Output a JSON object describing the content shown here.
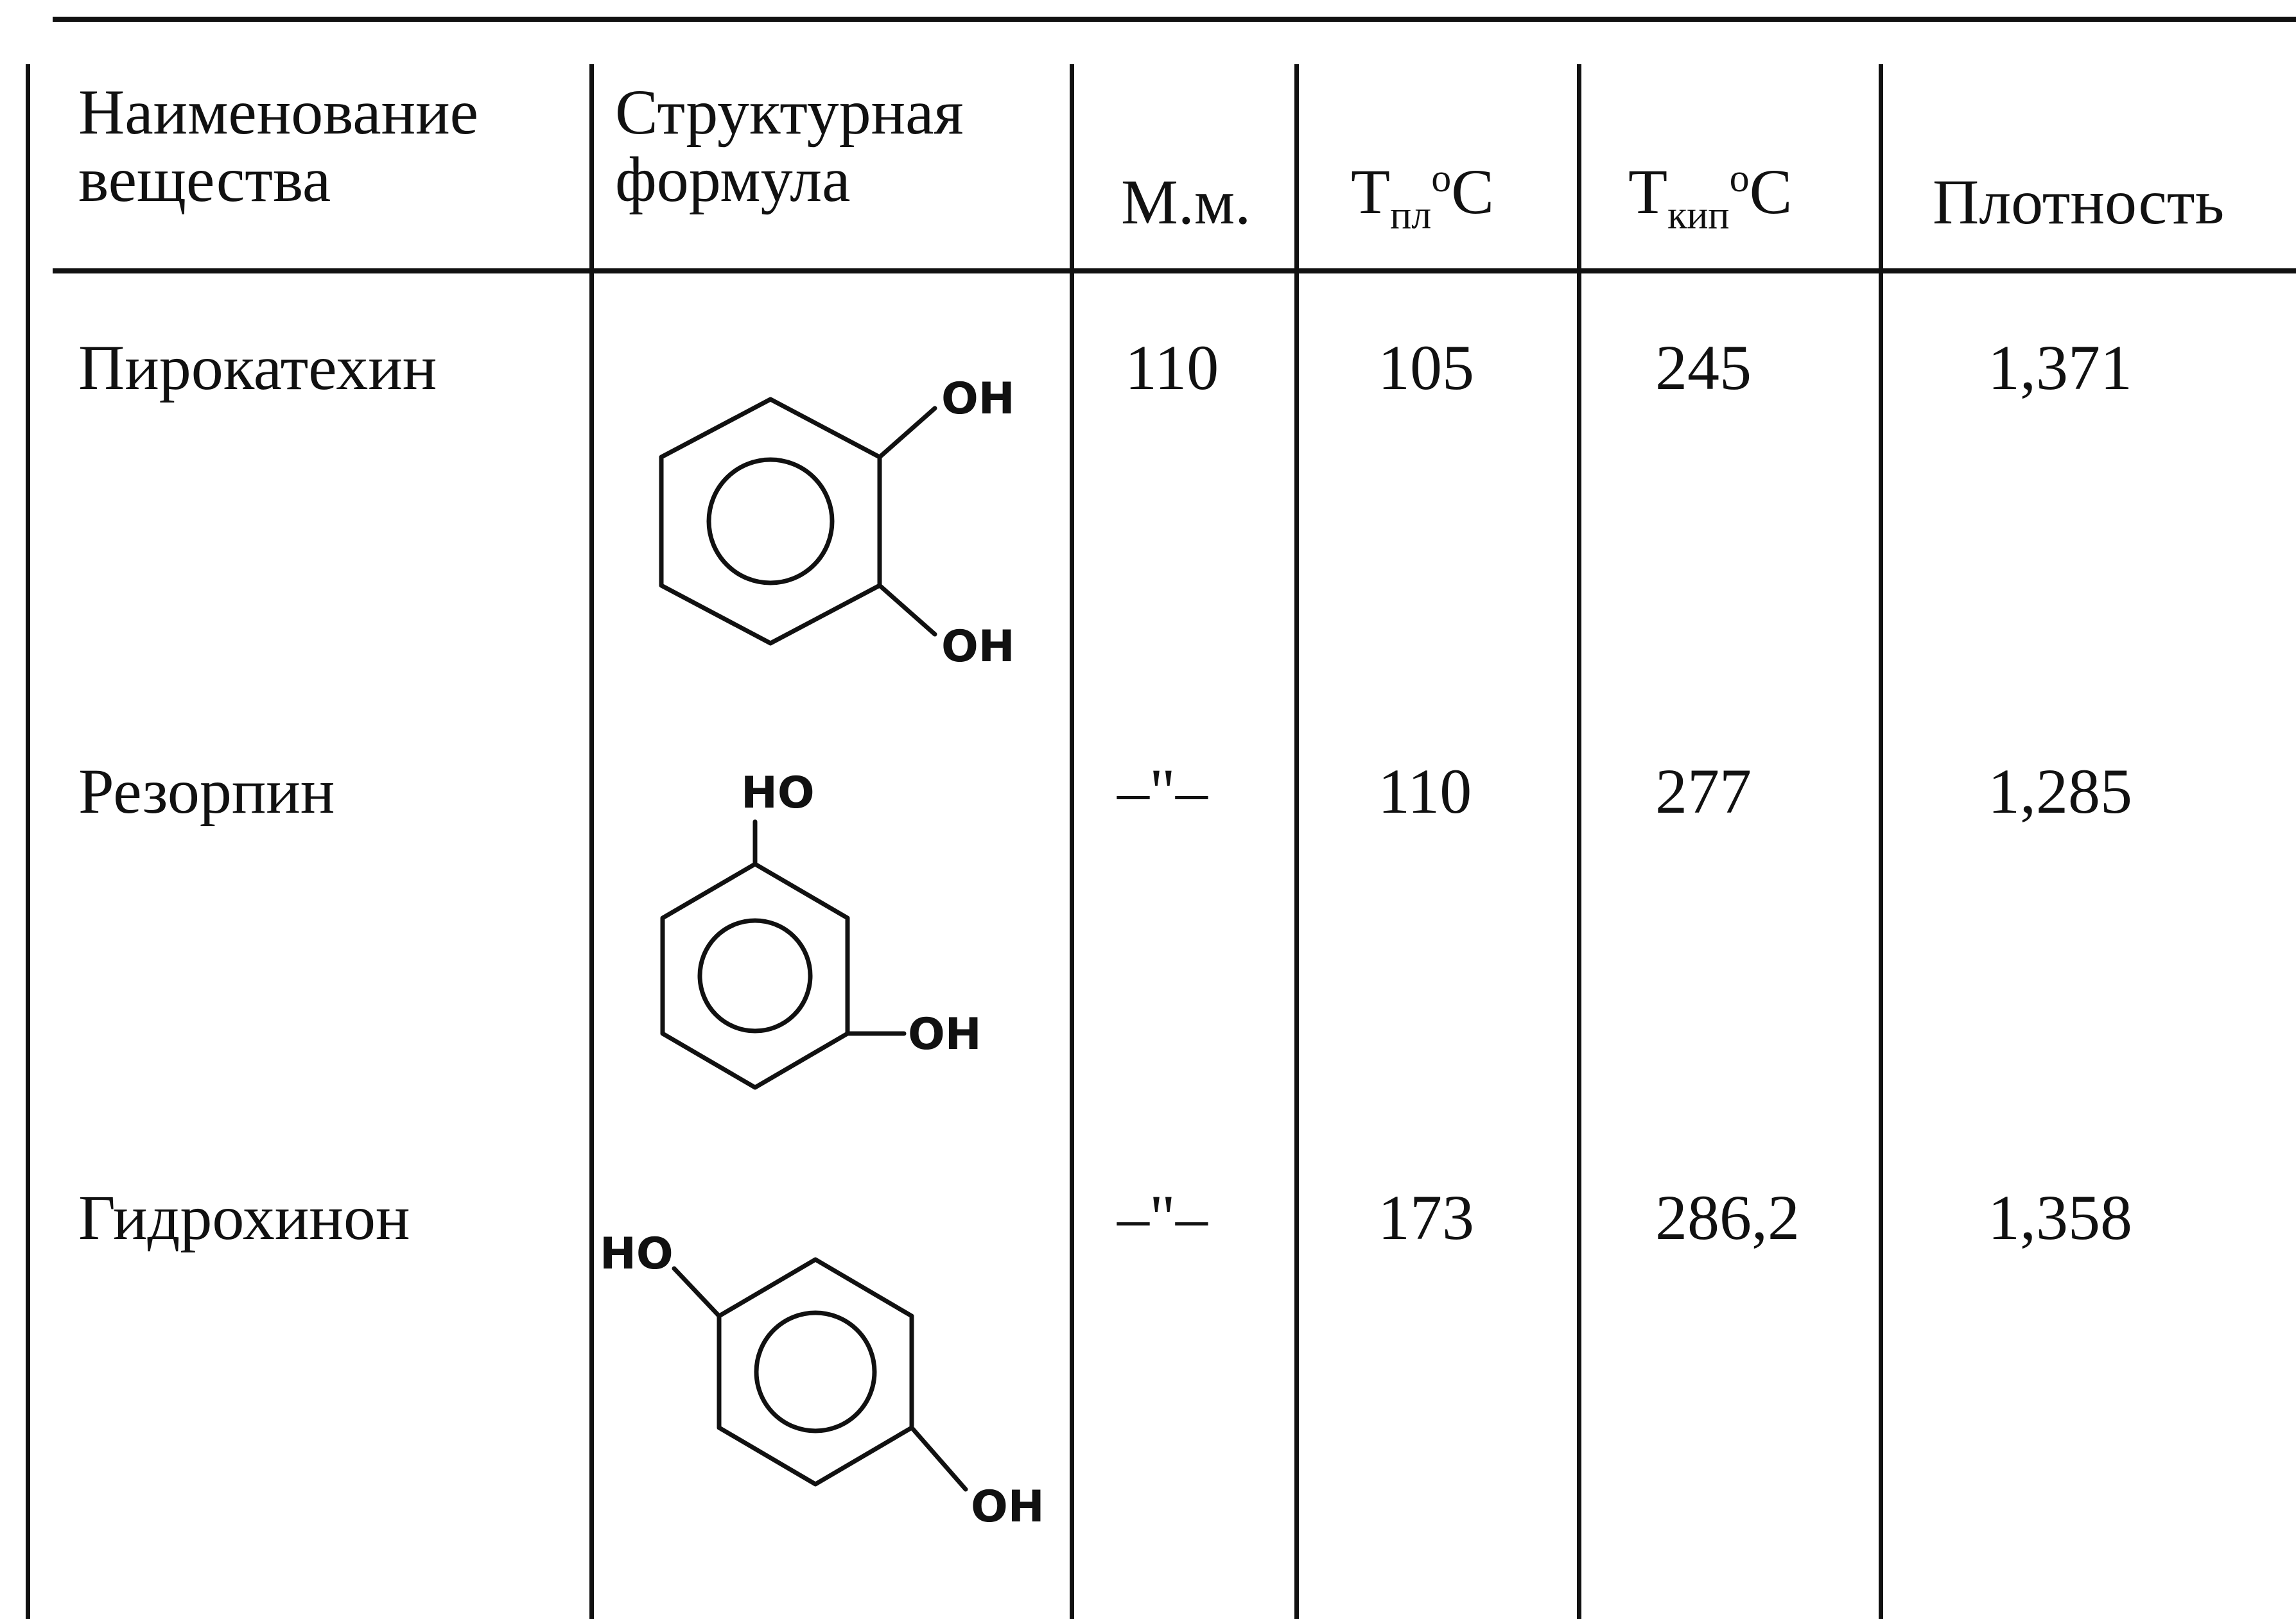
{
  "table": {
    "headers": {
      "name": [
        "Наименование",
        "вещества"
      ],
      "formula": [
        "Структурная",
        "формула"
      ],
      "mm": "М.м.",
      "tm": {
        "base": "Т",
        "sub": "пл",
        "deg": "о",
        "unit": "С"
      },
      "tb": {
        "base": "Т",
        "sub": "кип",
        "deg": "о",
        "unit": "С"
      },
      "density": "Плотность"
    },
    "rows": [
      {
        "name": "Пирокатехин",
        "mm": "110",
        "tm": "105",
        "tb": "245",
        "density": "1,371",
        "formula_labels": [
          "OH",
          "OH"
        ]
      },
      {
        "name": "Резорпин",
        "mm": "–\"–",
        "tm": "110",
        "tb": "277",
        "density": "1,285",
        "formula_labels": [
          "HO",
          "OH"
        ]
      },
      {
        "name": "Гидрохинон",
        "mm": "–\"–",
        "tm": "173",
        "tb": "286,2",
        "density": "1,358",
        "formula_labels": [
          "HO",
          "OH"
        ]
      }
    ]
  }
}
